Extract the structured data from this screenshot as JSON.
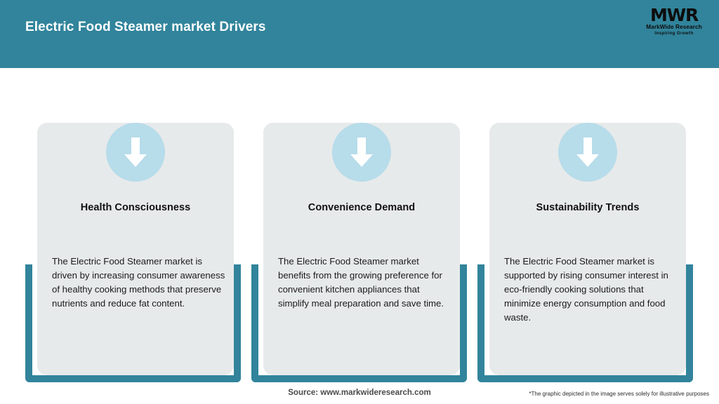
{
  "header": {
    "title": "Electric Food Steamer market Drivers",
    "background_color": "#31849b",
    "title_color": "#ffffff",
    "logo": {
      "mark": "MWR",
      "name": "MarkWide Research",
      "tagline": "Inspiring Growth"
    }
  },
  "colors": {
    "accent_teal": "#31849b",
    "panel_gray": "#e7eaeb",
    "icon_circle_blue": "#b7dcea",
    "arrow_white": "#ffffff"
  },
  "cards": [
    {
      "icon": "arrow-down-icon",
      "title": "Health Consciousness",
      "body": "The Electric Food Steamer market is driven by increasing consumer awareness of healthy cooking methods that preserve nutrients and reduce fat content."
    },
    {
      "icon": "arrow-down-icon",
      "title": "Convenience Demand",
      "body": "The Electric Food Steamer market benefits from the growing preference for convenient kitchen appliances that simplify meal preparation and save time."
    },
    {
      "icon": "arrow-down-icon",
      "title": "Sustainability Trends",
      "body": "The Electric Food Steamer market is supported by rising consumer interest in eco-friendly cooking solutions that minimize energy consumption and food waste."
    }
  ],
  "footer": {
    "source": "Source: www.markwideresearch.com",
    "disclaimer": "*The graphic depicted in the image serves solely for illustrative purposes"
  }
}
